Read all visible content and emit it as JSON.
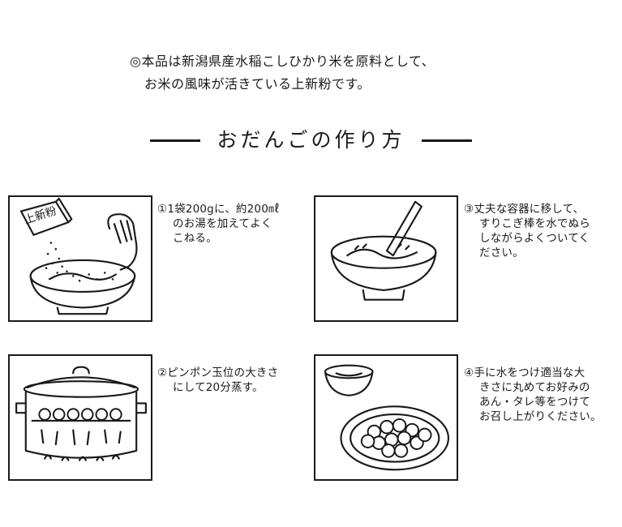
{
  "intro": {
    "line1": "◎本品は新潟県産水稲こしひかり米を原料として、",
    "line2": "お米の風味が活きている上新粉です。"
  },
  "section_title": "おだんごの作り方",
  "steps": [
    {
      "num": "①",
      "first": "1袋200gに、約200㎖",
      "rest": [
        "のお湯を加えてよく",
        "こねる。"
      ]
    },
    {
      "num": "②",
      "first": "ピンポン玉位の大きさ",
      "rest": [
        "にして20分蒸す。"
      ]
    },
    {
      "num": "③",
      "first": "丈夫な容器に移して、",
      "rest": [
        "すりこぎ棒を水でぬら",
        "しながらよくついてく",
        "ださい。"
      ]
    },
    {
      "num": "④",
      "first": "手に水をつけ適当な大",
      "rest": [
        "きさに丸めてお好みの",
        "あん・タレ等をつけて",
        "お召し上がりください。"
      ]
    }
  ],
  "illustrations": {
    "step1": "flour-bag-and-bowl",
    "step2": "steamer-pot",
    "step3": "bowl-and-pestle",
    "step4": "plate-of-dango"
  },
  "bag_lettering": "上新粉"
}
